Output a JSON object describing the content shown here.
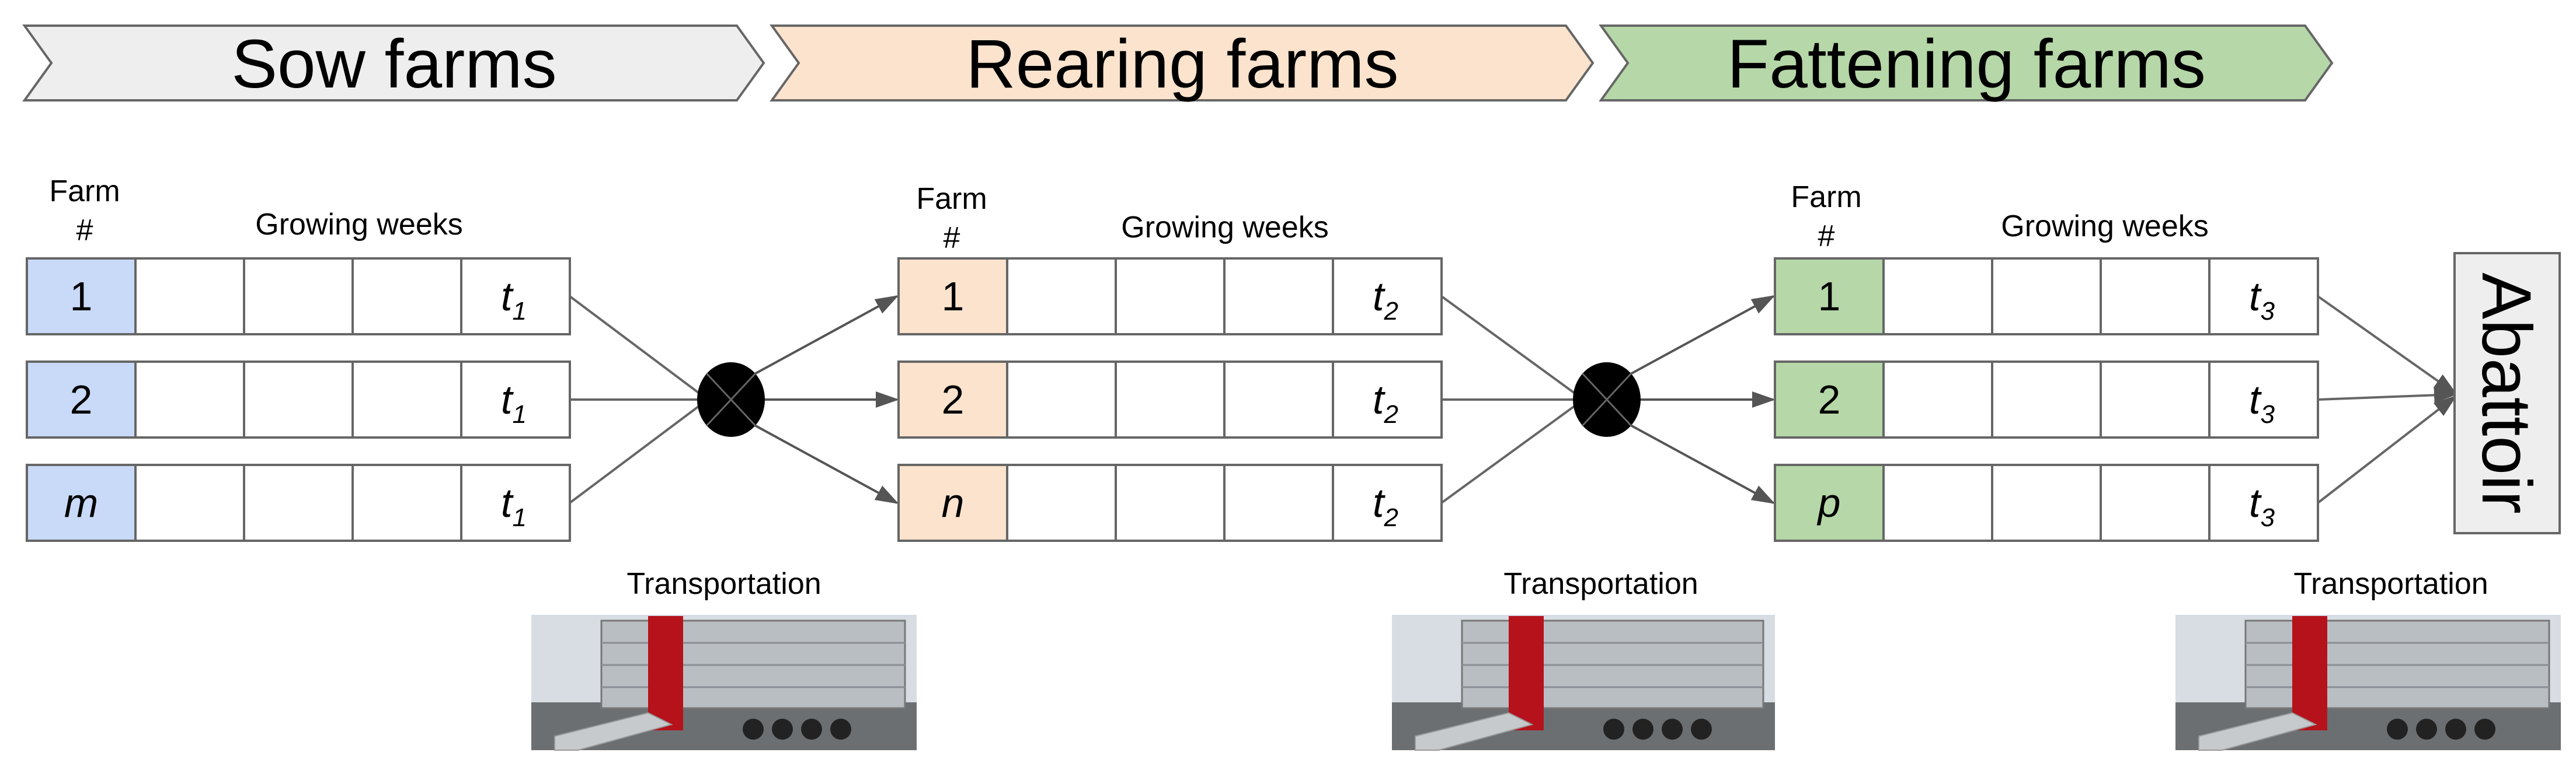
{
  "stages": [
    {
      "label": "Sow farms",
      "color": "#eeeeee"
    },
    {
      "label": "Rearing farms",
      "color": "#fbe3cd"
    },
    {
      "label": "Fattening farms",
      "color": "#b6d7a8"
    }
  ],
  "groups": [
    {
      "header_farm": "Farm",
      "header_hash": "#",
      "growing_label": "Growing weeks",
      "id_color": "#c9daf8",
      "rows": [
        "1",
        "2",
        "m"
      ],
      "italic_last": true,
      "t_base": "t",
      "t_sub": "1"
    },
    {
      "header_farm": "Farm",
      "header_hash": "#",
      "growing_label": "Growing weeks",
      "id_color": "#fbe3cd",
      "rows": [
        "1",
        "2",
        "n"
      ],
      "italic_last": true,
      "t_base": "t",
      "t_sub": "2"
    },
    {
      "header_farm": "Farm",
      "header_hash": "#",
      "growing_label": "Growing weeks",
      "id_color": "#b6d7a8",
      "rows": [
        "1",
        "2",
        "p"
      ],
      "italic_last": true,
      "t_base": "t",
      "t_sub": "3"
    }
  ],
  "abattoir": {
    "label": "Abattoir",
    "color": "#eeeeee"
  },
  "transport": [
    {
      "label": "Transportation"
    },
    {
      "label": "Transportation"
    },
    {
      "label": "Transportation"
    }
  ],
  "colors": {
    "stroke": "#666666",
    "node": "#000000",
    "arrow": "#555555",
    "truck_red": "#b5121b"
  }
}
